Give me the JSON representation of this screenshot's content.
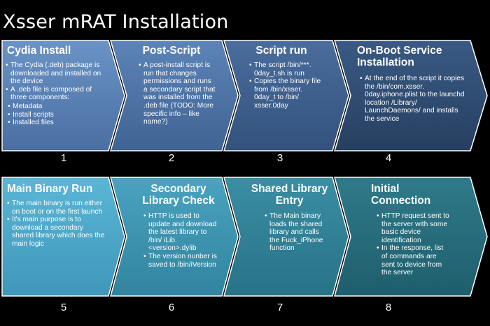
{
  "title": "Xsser mRAT Installation",
  "steps": [
    {
      "title": "Cydia Install",
      "number": "1",
      "bullets": [
        "The Cydia (.deb) package is downloaded and installed on the device",
        "A .deb file is composed of three components:",
        "Metadata",
        "Install scripts",
        "Installed files"
      ]
    },
    {
      "title": "Post-Script",
      "number": "2",
      "bullets": [
        "A post-install script is run that changes permissions and runs a secondary script that was installed from the .deb file (TODO: More specific info – like name?)"
      ]
    },
    {
      "title": "Script run",
      "number": "3",
      "bullets": [
        "The script /bin/***. 0day_t.sh is run",
        "Copies the binary file from /bin/xsser. 0day_t to /bin/ xsser.0day"
      ]
    },
    {
      "title": "On-Boot Service Installation",
      "number": "4",
      "bullets": [
        "At the end of the script it copies the /bin/com.xsser. 0day.iphone.plist to the launchd location /Library/ LaunchDaemons/ and installs the service"
      ]
    },
    {
      "title": "Main Binary Run",
      "number": "5",
      "bullets": [
        "The main binary is run either on boot or on the first launch",
        "It's main purpose is to download a secondary shared library which does the main logic"
      ]
    },
    {
      "title": "Secondary Library Check",
      "number": "6",
      "bullets": [
        "HTTP is used to update and download the latest library to /bin/ iLib.<version>.dylib",
        "The version nunber is saved to /bin/iVersion"
      ]
    },
    {
      "title": "Shared Library Entry",
      "number": "7",
      "bullets": [
        "The Main binary loads the shared library and calls the Fuck_iPhone function"
      ]
    },
    {
      "title": "Initial Connection",
      "number": "8",
      "bullets": [
        "HTTP request sent to the server with some basic device identification",
        "In the response, list of commands are sent to device from the server"
      ]
    }
  ],
  "colors": {
    "row1": [
      "#5b82b6",
      "#4f73a5",
      "#3d5f8d",
      "#2f4b70"
    ],
    "row2": [
      "#4ba6c9",
      "#3c94b2",
      "#2f8096",
      "#256c7b"
    ]
  }
}
